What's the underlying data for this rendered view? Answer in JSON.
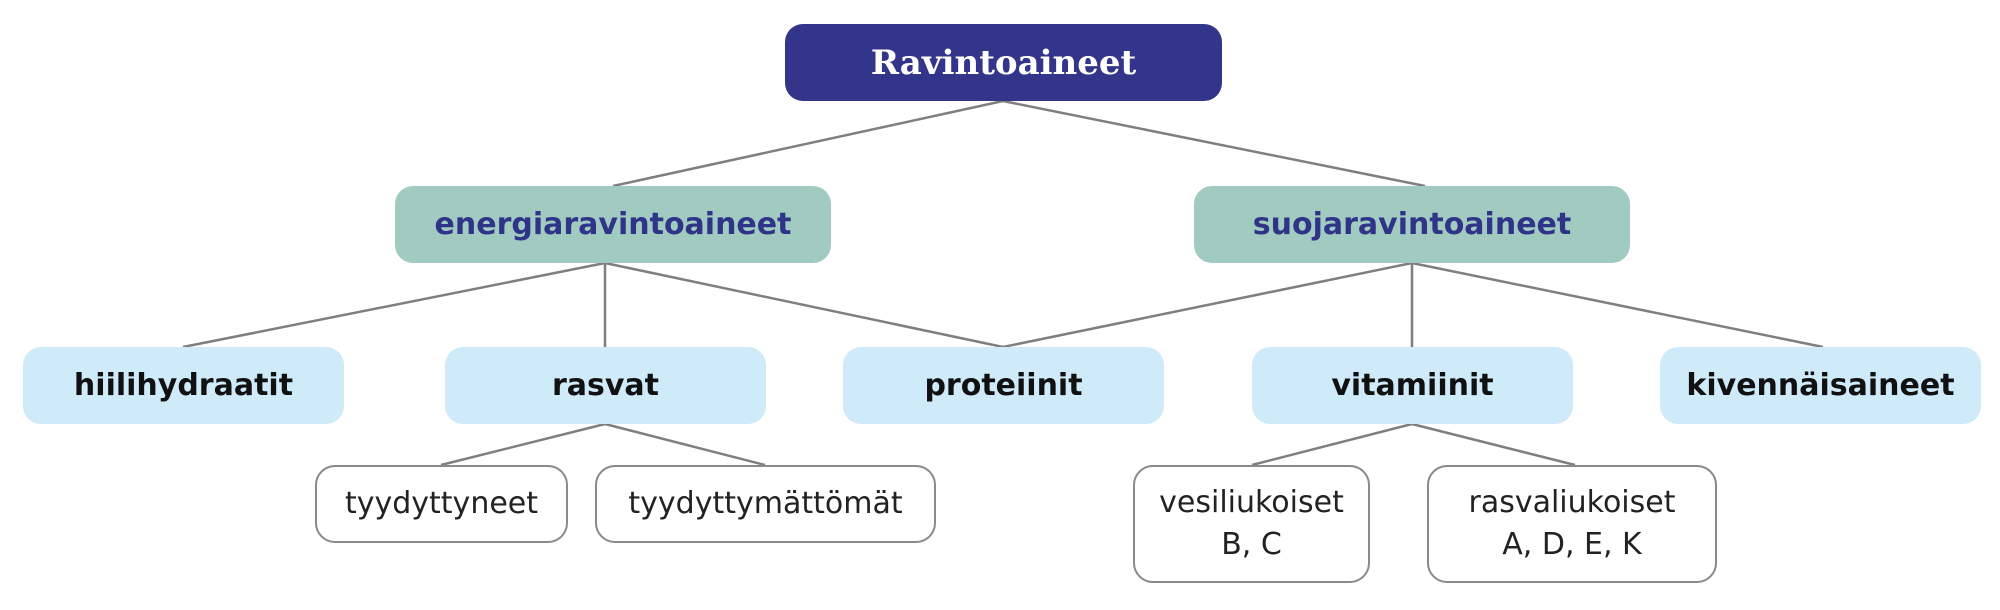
{
  "diagram": {
    "root": "Ravintoaineet",
    "categories": {
      "energy": "energiaravintoaineet",
      "protective": "suojaravintoaineet"
    },
    "nutrients": {
      "carbohydrates": "hiilihydraatit",
      "fats": "rasvat",
      "proteins": "proteiinit",
      "vitamins": "vitamiinit",
      "minerals": "kivennäisaineet"
    },
    "fat_types": {
      "saturated": "tyydyttyneet",
      "unsaturated": "tyydyttymättömät"
    },
    "vitamin_types": {
      "water_soluble": {
        "name": "vesiliukoiset",
        "vitamins": "B, C"
      },
      "fat_soluble": {
        "name": "rasvaliukoiset",
        "vitamins": "A, D, E, K"
      }
    }
  },
  "colors": {
    "root_fill": "#32358a",
    "category_fill": "#a1cbc1",
    "category_text": "#2f3488",
    "nutrient_fill": "#cfeaf8",
    "subtype_border": "#8a8a8a",
    "connector": "#7f7f7f"
  }
}
